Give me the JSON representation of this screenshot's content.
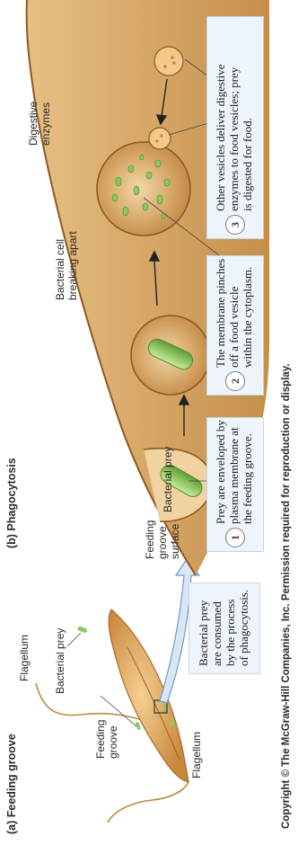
{
  "copyright": "Copyright © The McGraw-Hill Companies, Inc. Permission required for reproduction or display.",
  "panel_a": {
    "caption": "(a) Feeding groove",
    "labels": {
      "bacterial_prey": "Bacterial prey",
      "flagellum_top": "Flagellum",
      "flagellum_bottom": "Flagellum",
      "feeding_groove": "Feeding\ngroove"
    },
    "callout": "Bacterial prey\nare consumed\nby the process\nof phagocytosis."
  },
  "panel_b": {
    "caption": "(b) Phagocytosis",
    "steps": [
      {
        "number": "1",
        "text": "Prey are enveloped by\nplasma membrane at\nthe feeding groove."
      },
      {
        "number": "2",
        "text": "The membrane pinches\noff a food vesicle\nwithin the cytoplasm."
      },
      {
        "number": "3",
        "text": "Other vesicles deliver digestive\nenzymes to food vesicles; prey\nis digested for food."
      }
    ],
    "labels": {
      "feeding_groove_surface": "Feeding\ngroove\nsurface",
      "bacterial_prey": "Bacterial prey",
      "bacterial_cell_breaking": "Bacterial cell\nbreaking apart",
      "digestive_enzymes": "Digestive\nenzymes"
    }
  },
  "colors": {
    "cytoplasm": "#d6a460",
    "membrane": "#b07a3a",
    "prey_green": "#8cc860",
    "callout_blue": "#eef4fb",
    "arrow_blue": "#6f98c8"
  }
}
